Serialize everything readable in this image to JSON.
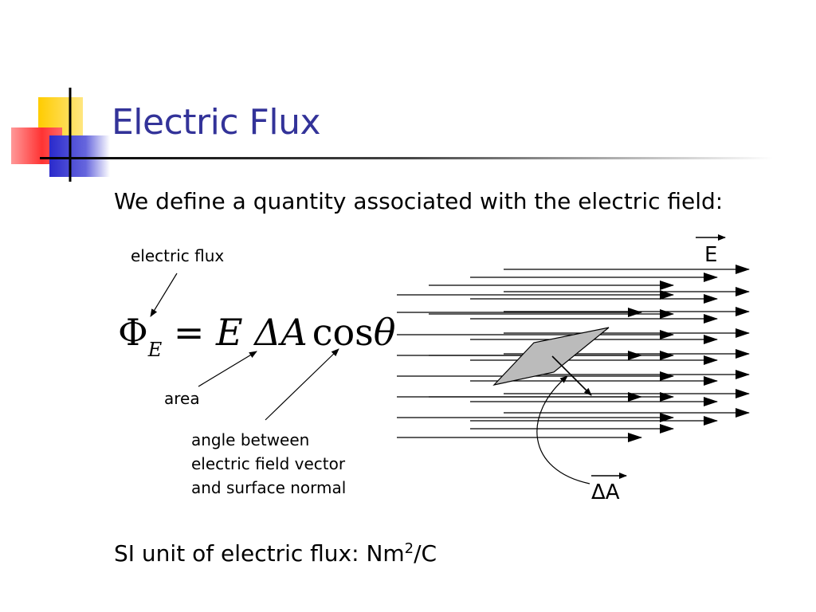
{
  "slide": {
    "title": "Electric Flux",
    "intro": "We define a quantity associated with the electric field:",
    "equation": {
      "symbol": "Φ",
      "subscript": "E",
      "equals": "=",
      "field": "E",
      "area": "ΔA",
      "cos": "cos",
      "theta": "θ"
    },
    "labels": {
      "flux": "electric flux",
      "area": "area",
      "angle_line1": "angle between",
      "angle_line2": "electric field vector",
      "angle_line3": "and surface normal"
    },
    "figure": {
      "field_label": "E",
      "area_label": "ΔA"
    },
    "si_unit": {
      "prefix": "SI unit of electric flux: Nm",
      "exponent": "2",
      "suffix": "/C"
    },
    "colors": {
      "title": "#333399",
      "accent_yellow": "#FFCC00",
      "accent_red": "#FF3333",
      "accent_blue": "#3333CC",
      "surface_fill": "#BBBBBB"
    }
  }
}
